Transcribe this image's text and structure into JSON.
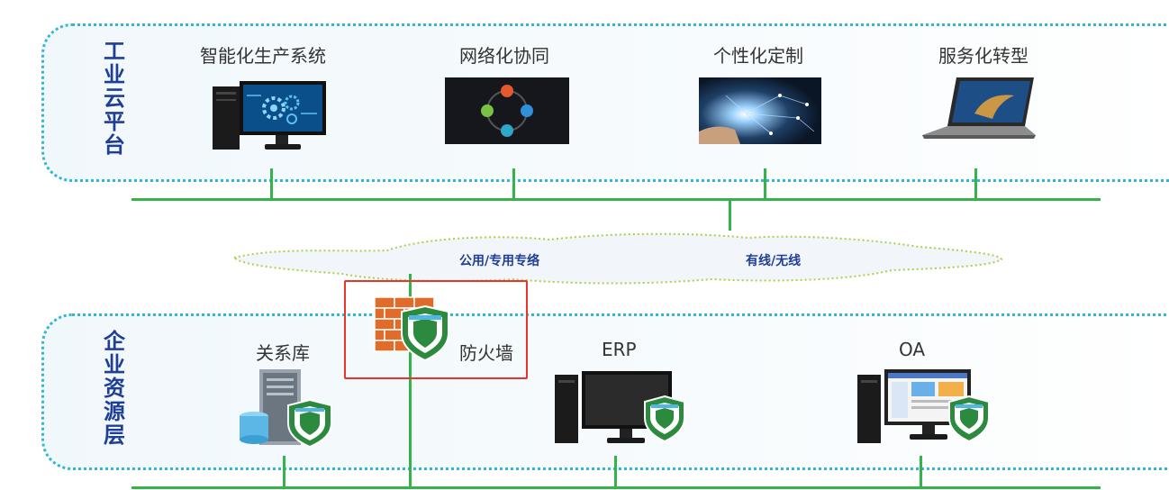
{
  "cloud_platform": {
    "title": "工业云平台",
    "items": [
      {
        "label": "智能化生产系统",
        "icon": "desktop-computer-icon"
      },
      {
        "label": "网络化协同",
        "icon": "network-collaboration-icon"
      },
      {
        "label": "个性化定制",
        "icon": "customization-icon"
      },
      {
        "label": "服务化转型",
        "icon": "laptop-icon"
      }
    ]
  },
  "network": {
    "labels": [
      "公用/专用专络",
      "有线/无线"
    ]
  },
  "enterprise_layer": {
    "title": "企业资源层",
    "items": [
      {
        "label": "关系库",
        "icon": "database-server-icon"
      },
      {
        "label": "防火墙",
        "icon": "firewall-icon"
      },
      {
        "label": "ERP",
        "icon": "desktop-computer-icon"
      },
      {
        "label": "OA",
        "icon": "desktop-computer-icon"
      }
    ]
  },
  "colors": {
    "zone_border": "#34b6d2",
    "title": "#1f3f96",
    "line": "#33b34a",
    "cloud_border": "#a8d24a",
    "highlight": "#e8342c"
  }
}
